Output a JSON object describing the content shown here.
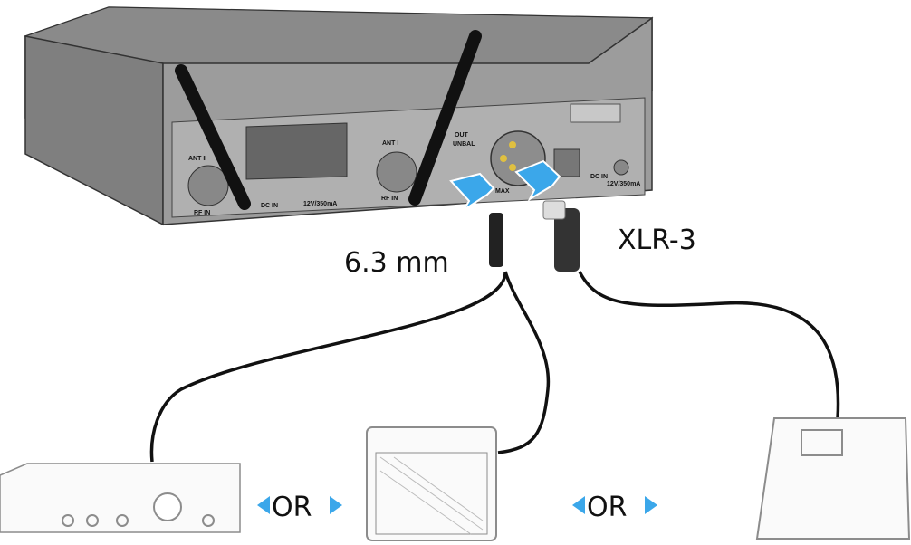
{
  "labels": {
    "jack": "6.3 mm",
    "xlr": "XLR-3",
    "or1": "OR",
    "or2": "OR"
  },
  "panel": {
    "ant2": "ANT II",
    "ant1": "ANT I",
    "rf_in_left": "RF IN",
    "rf_in_right": "RF IN",
    "dc_in_mid": "DC IN",
    "rating_mid": "12V/350mA",
    "out": "OUT",
    "unbal": "UNBAL",
    "max": "MAX",
    "dc_in": "DC IN",
    "rating": "12V/350mA"
  },
  "colors": {
    "arrow": "#3ba7ea",
    "device": "#8c8c8c",
    "panel": "#a8a8a8"
  }
}
